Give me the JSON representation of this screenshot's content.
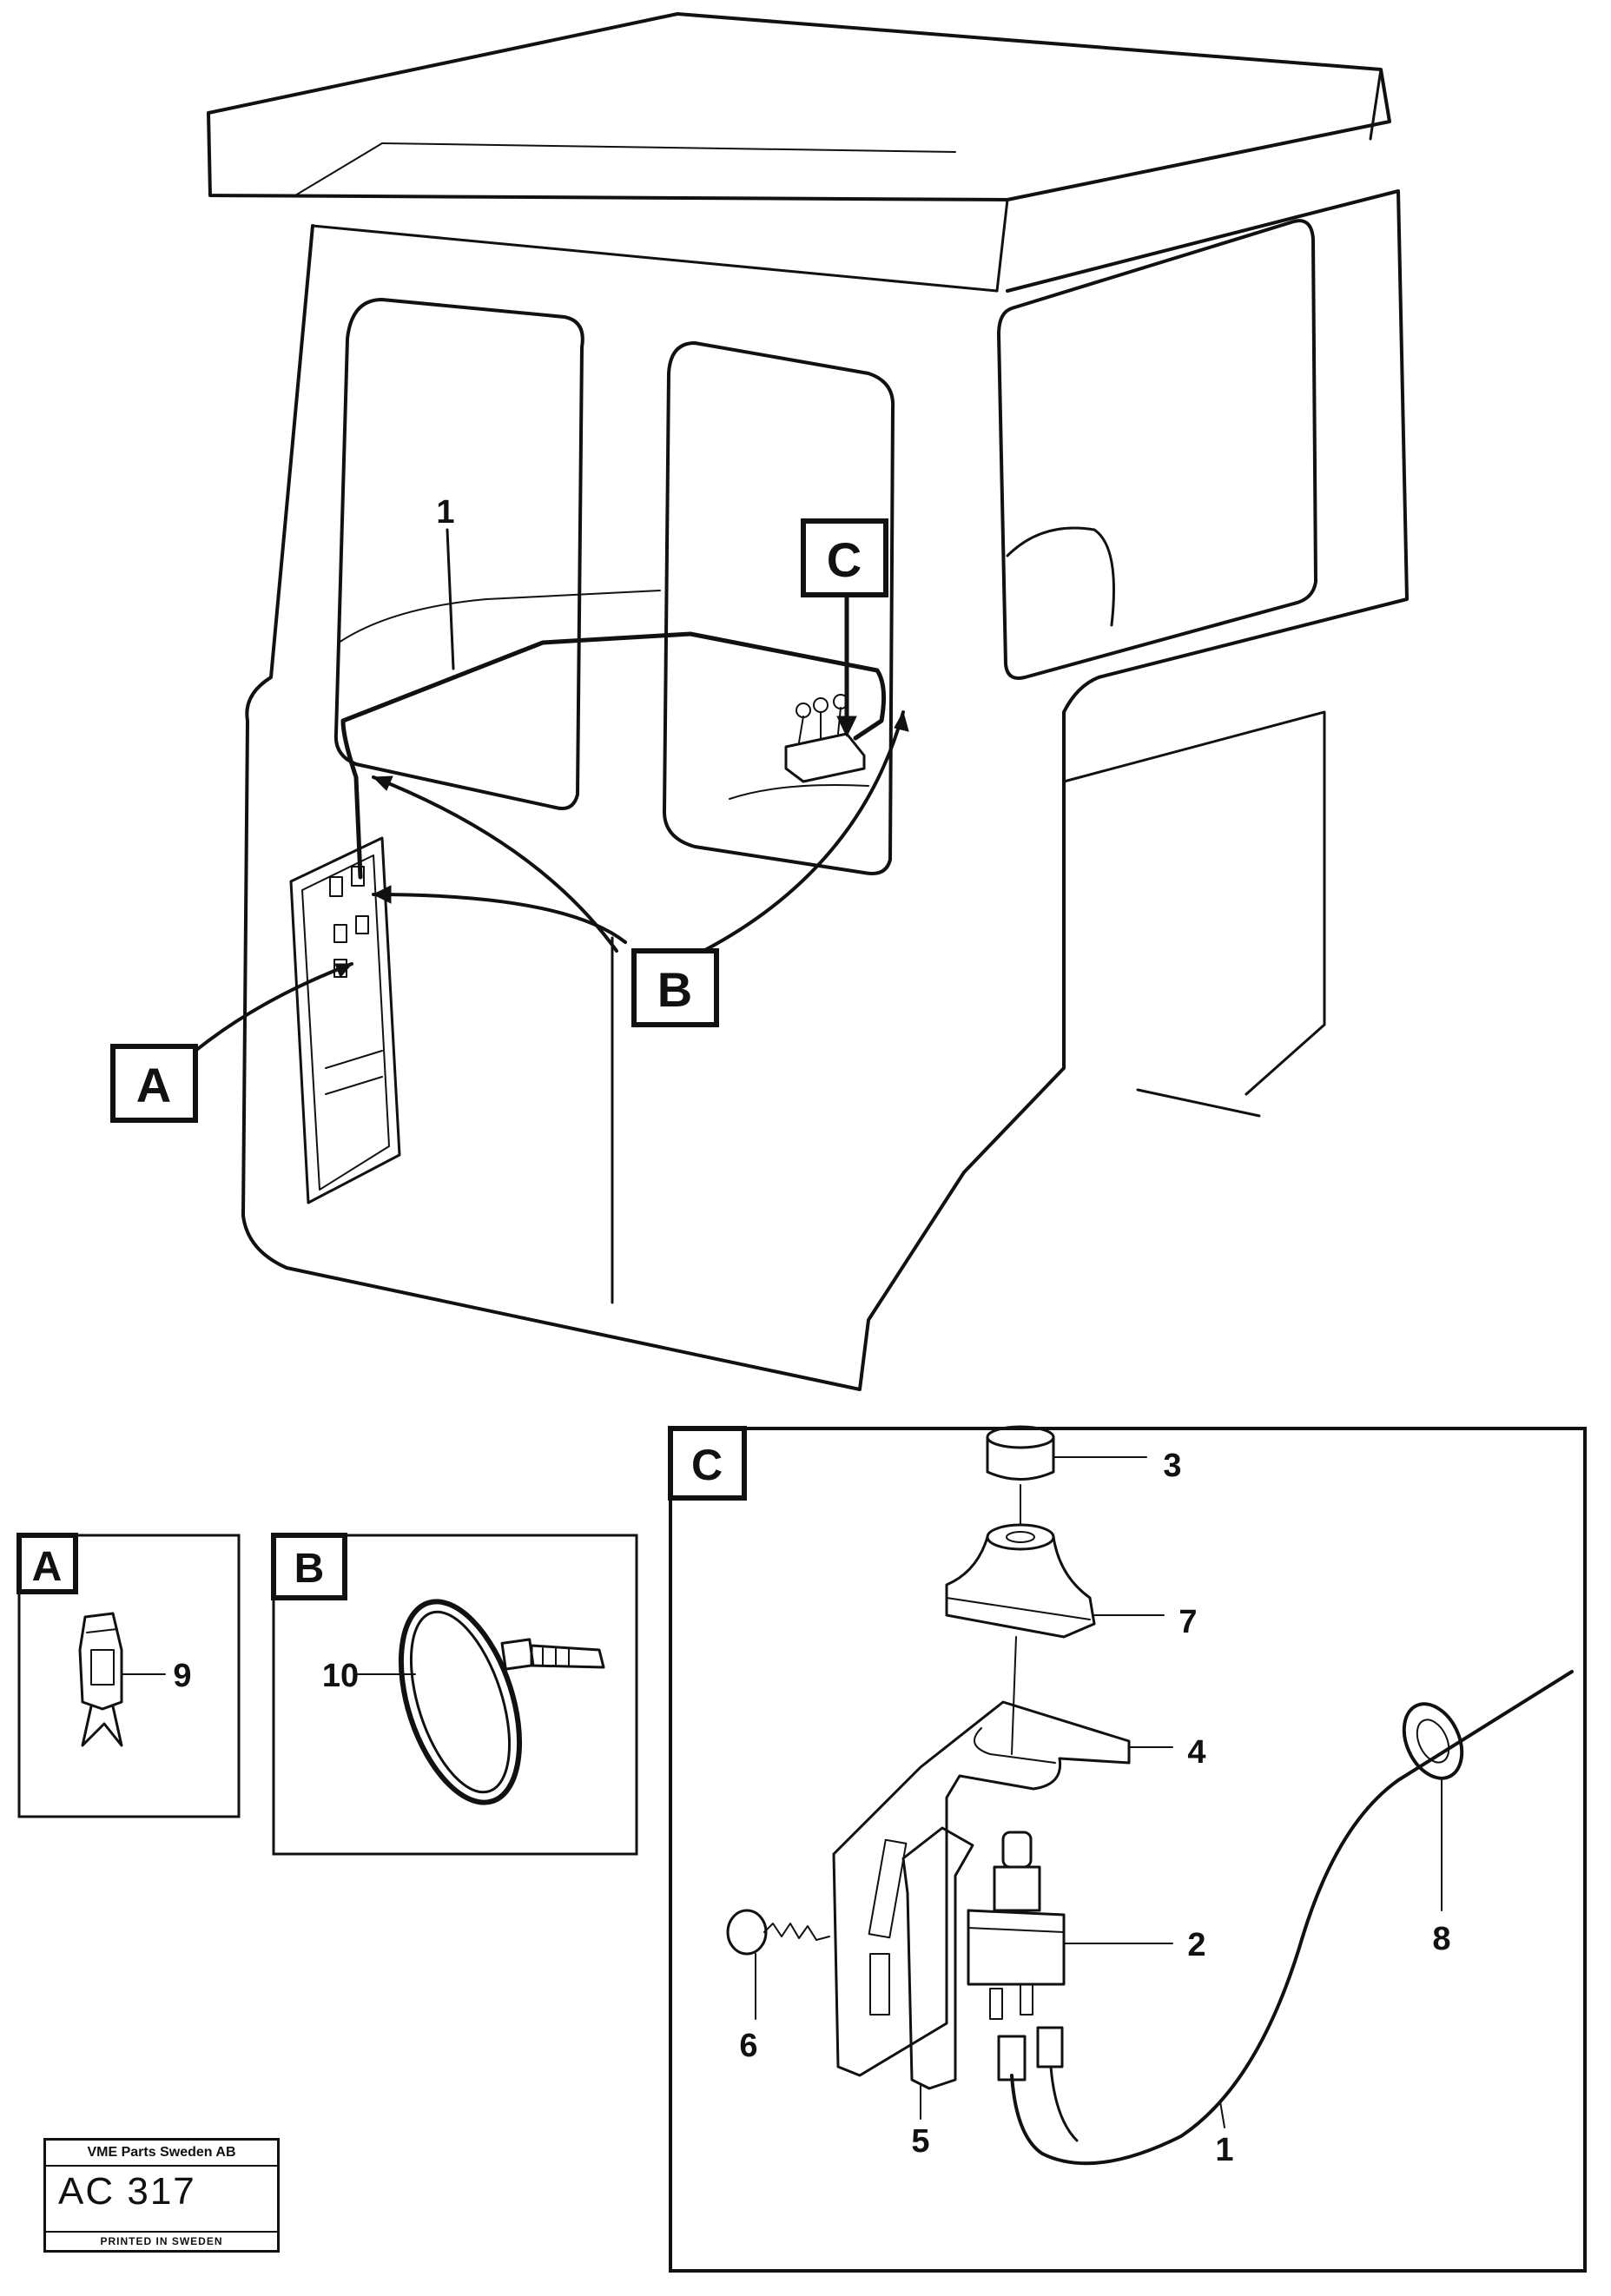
{
  "callouts": {
    "main_box_c": "C",
    "main_box_b": "B",
    "main_box_a": "A",
    "part_1_main": "1"
  },
  "detail_a": {
    "title": "A",
    "part": "9"
  },
  "detail_b": {
    "title": "B",
    "part": "10"
  },
  "detail_c": {
    "title": "C",
    "parts": [
      "3",
      "7",
      "4",
      "2",
      "8",
      "6",
      "5",
      "1"
    ]
  },
  "stamp": {
    "company": "VME Parts Sweden AB",
    "code": "AC 317",
    "printed": "PRINTED IN SWEDEN"
  }
}
